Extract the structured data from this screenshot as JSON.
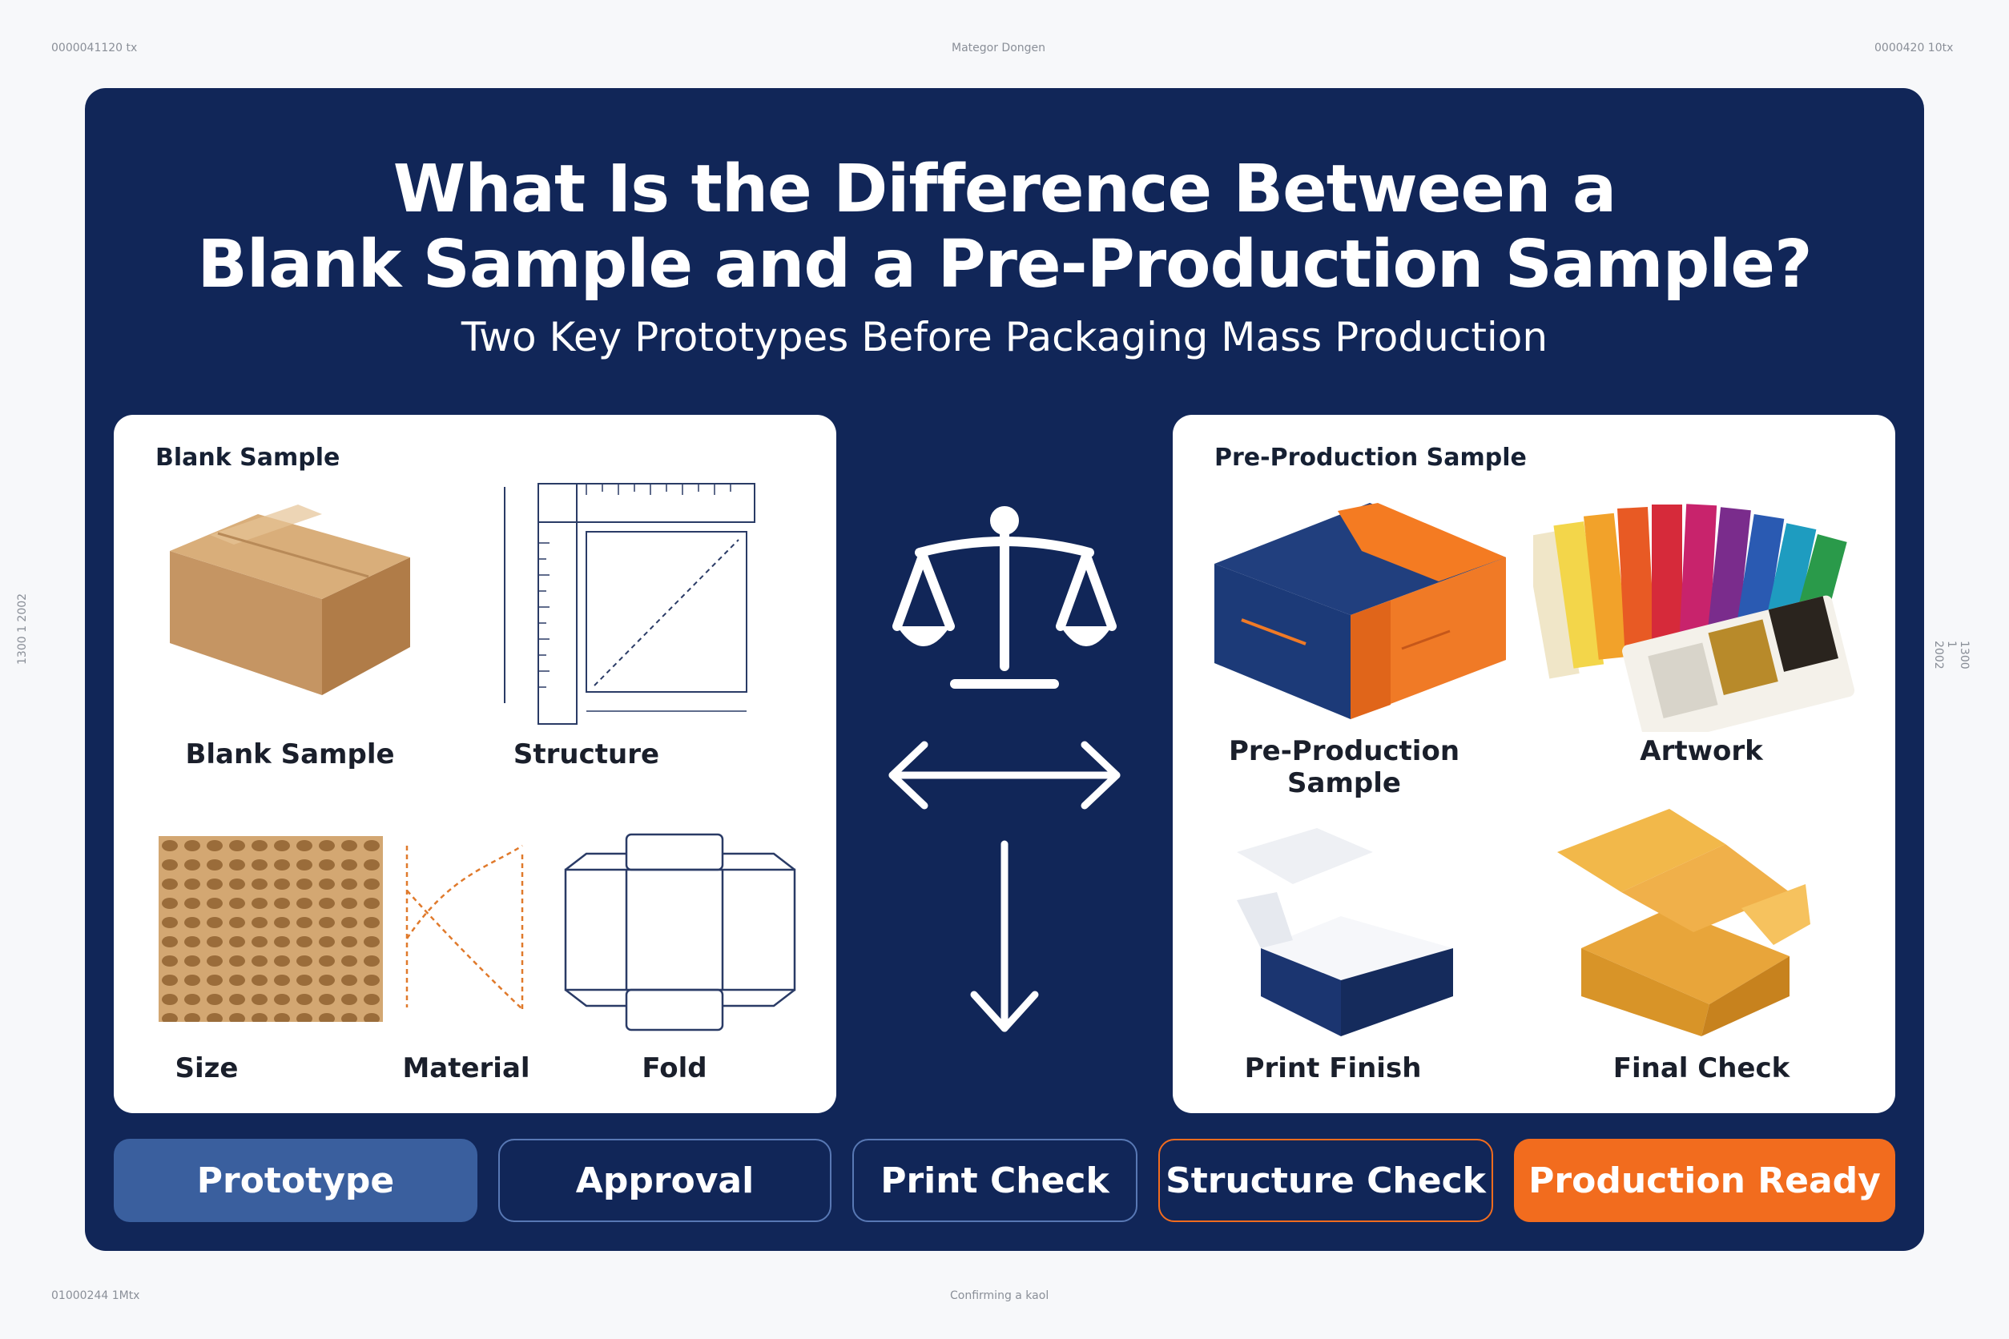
{
  "corner_labels": {
    "top_left": "0000041120 tx",
    "top_center": "Mategor Dongen",
    "top_right": "0000420 10tx",
    "bottom_left": "01000244 1Mtx",
    "bottom_center": "Confirming a kaol",
    "left_side": "1300 1 2002",
    "right_side": "1300 1 2002"
  },
  "title_line1": "What Is the Difference Between a",
  "title_line2": "Blank Sample and a Pre-Production Sample?",
  "subtitle": "Two Key Prototypes Before Packaging Mass Production",
  "left_card": {
    "title": "Blank Sample",
    "labels": [
      "Blank Sample",
      "Structure",
      "Size",
      "Material",
      "Fold"
    ]
  },
  "right_card": {
    "title": "Pre-Production Sample",
    "labels": [
      "Pre-Production Sample",
      "Artwork",
      "Print Finish",
      "Final Check"
    ]
  },
  "center_icons": [
    "scale-icon",
    "double-arrow-icon",
    "down-arrow-icon"
  ],
  "steps": [
    "Prototype",
    "Approval",
    "Print Check",
    "Structure Check",
    "Production Ready"
  ],
  "colors": {
    "panel": "#112658",
    "accent_orange": "#f26c1e",
    "accent_blue": "#3a5f9e",
    "kraft": "#c89a63"
  }
}
